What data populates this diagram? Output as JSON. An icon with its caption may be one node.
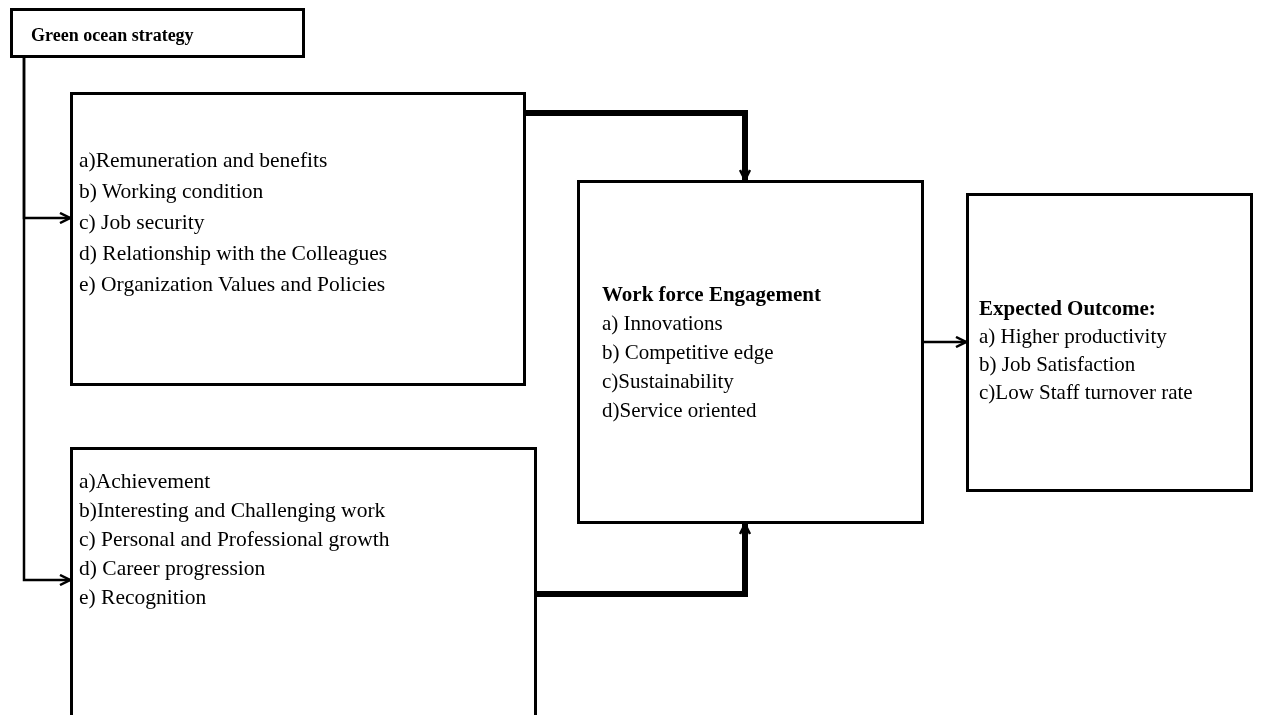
{
  "diagram": {
    "nodes": [
      {
        "text": [
          "Green ocean strategy"
        ]
      },
      {
        "text": [
          "a)Remuneration and benefits",
          "b) Working condition",
          "c) Job security",
          "d) Relationship with the Colleagues",
          "e) Organization Values and Policies"
        ]
      },
      {
        "text": [
          "a)Achievement",
          "b)Interesting and Challenging work",
          "c) Personal and Professional growth",
          "d) Career progression",
          "e) Recognition"
        ]
      },
      {
        "text": [
          "Work force Engagement",
          "a) Innovations",
          "b) Competitive edge",
          "c)Sustainability",
          "d)Service oriented"
        ]
      },
      {
        "text": [
          "Expected Outcome:",
          "a) Higher productivity",
          "b) Job Satisfaction",
          "c)Low Staff turnover rate"
        ]
      }
    ],
    "edges": [
      {
        "from": 0,
        "to": 1,
        "arrow": "to"
      },
      {
        "from": 0,
        "to": 2,
        "arrow": "to"
      },
      {
        "from": 1,
        "to": 3,
        "arrow": "to",
        "style": "thick"
      },
      {
        "from": 2,
        "to": 3,
        "arrow": "to",
        "style": "thick"
      },
      {
        "from": 3,
        "to": 4,
        "arrow": "to"
      }
    ]
  }
}
